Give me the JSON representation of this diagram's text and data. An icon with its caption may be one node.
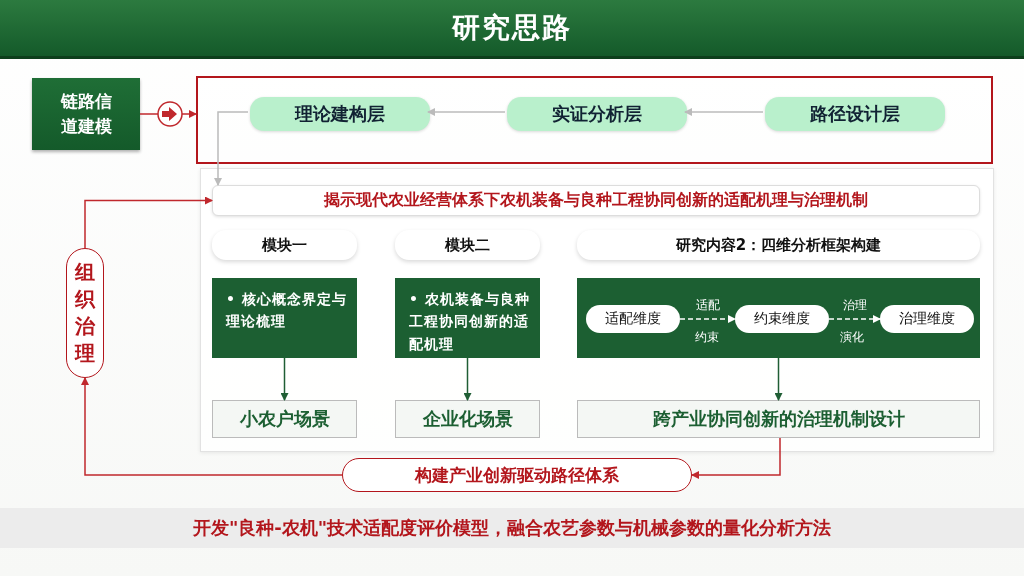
{
  "diagram": {
    "title": "研究思路",
    "nodes": [
      {
        "text": [
          "链路信道建模"
        ]
      },
      {
        "text": [],
        "shape": "box"
      },
      {
        "text": [
          "理论建构层"
        ],
        "in": 1
      },
      {
        "text": [
          "实证分析层"
        ],
        "in": 1
      },
      {
        "text": [
          "路径设计层"
        ],
        "in": 1
      },
      {
        "text": [
          "揭示现代农业经营体系下农机装备与良种工程协同创新的适配机理与治理机制"
        ]
      },
      {
        "text": [
          "模块一"
        ]
      },
      {
        "text": [
          "模块二"
        ]
      },
      {
        "text": [
          "研究内容2：四维分析框架构建"
        ]
      },
      {
        "text": [
          "• 核心概念界定与理论梳理"
        ]
      },
      {
        "text": [
          "• 农机装备与良种工程协同创新的适配机理"
        ]
      },
      {
        "text": [],
        "shape": "box"
      },
      {
        "text": [
          "适配维度"
        ],
        "in": 11
      },
      {
        "text": [
          "约束维度"
        ],
        "in": 11
      },
      {
        "text": [
          "治理维度"
        ],
        "in": 11
      },
      {
        "text": [
          "小农户场景"
        ]
      },
      {
        "text": [
          "企业化场景"
        ]
      },
      {
        "text": [
          "跨产业协同创新的治理机制设计"
        ]
      },
      {
        "text": [
          "构建产业创新驱动路径体系"
        ]
      },
      {
        "text": [
          "组织治理"
        ]
      }
    ],
    "edges": [
      {
        "from": 0,
        "to": 1,
        "arrow": "to",
        "color": "#c0282d"
      },
      {
        "from": 4,
        "to": 3,
        "arrow": "to",
        "color": "#bbbbbb"
      },
      {
        "from": 3,
        "to": 2,
        "arrow": "to",
        "color": "#bbbbbb"
      },
      {
        "from": 2,
        "to": 5,
        "arrow": "to",
        "color": "#bbbbbb"
      },
      {
        "from": 12,
        "to": 13,
        "arrow": "to",
        "style": "dashed",
        "color": "#ffffff",
        "label": "适配"
      },
      {
        "from": 13,
        "to": 14,
        "arrow": "to",
        "style": "dashed",
        "color": "#ffffff",
        "label": "治理"
      },
      {
        "from": 9,
        "to": 15,
        "arrow": "to",
        "color": "#1f5e34"
      },
      {
        "from": 10,
        "to": 16,
        "arrow": "to",
        "color": "#1f5e34"
      },
      {
        "from": 11,
        "to": 17,
        "arrow": "to",
        "color": "#1f5e34"
      },
      {
        "from": 17,
        "to": 18,
        "arrow": "to",
        "color": "#c0282d"
      },
      {
        "from": 18,
        "to": 19,
        "arrow": "to",
        "color": "#c0282d"
      },
      {
        "from": 19,
        "to": 5,
        "arrow": "to",
        "color": "#c0282d"
      }
    ],
    "labels": [
      "约束",
      "演化",
      "开发\"良种-农机\"技术适配度评价模型，融合农艺参数与机械参数的量化分析方法"
    ]
  }
}
